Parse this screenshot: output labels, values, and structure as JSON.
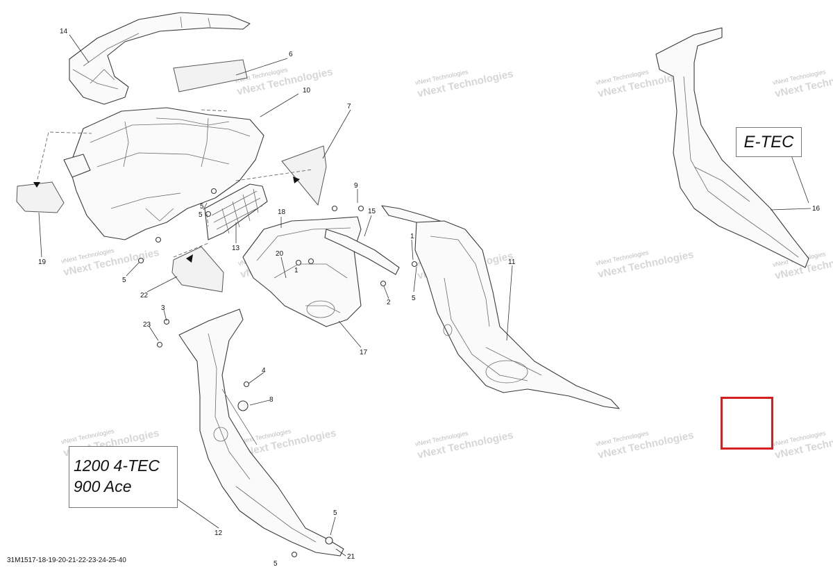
{
  "diagram": {
    "reference_code": "31M1517-18-19-20-21-22-23-24-25-40",
    "model_labels": [
      "1200 4-TEC",
      "900 Ace"
    ],
    "variant_label": "E-TEC",
    "watermark": {
      "line1": "vNext Technologies",
      "line2": "vNext Technologies"
    },
    "highlight_color": "#d62020",
    "callouts": [
      "1",
      "1",
      "2",
      "3",
      "4",
      "5",
      "5",
      "5",
      "5",
      "5",
      "5",
      "6",
      "7",
      "8",
      "9",
      "10",
      "11",
      "12",
      "13",
      "14",
      "15",
      "16",
      "17",
      "18",
      "19",
      "20",
      "21",
      "22",
      "23"
    ]
  }
}
